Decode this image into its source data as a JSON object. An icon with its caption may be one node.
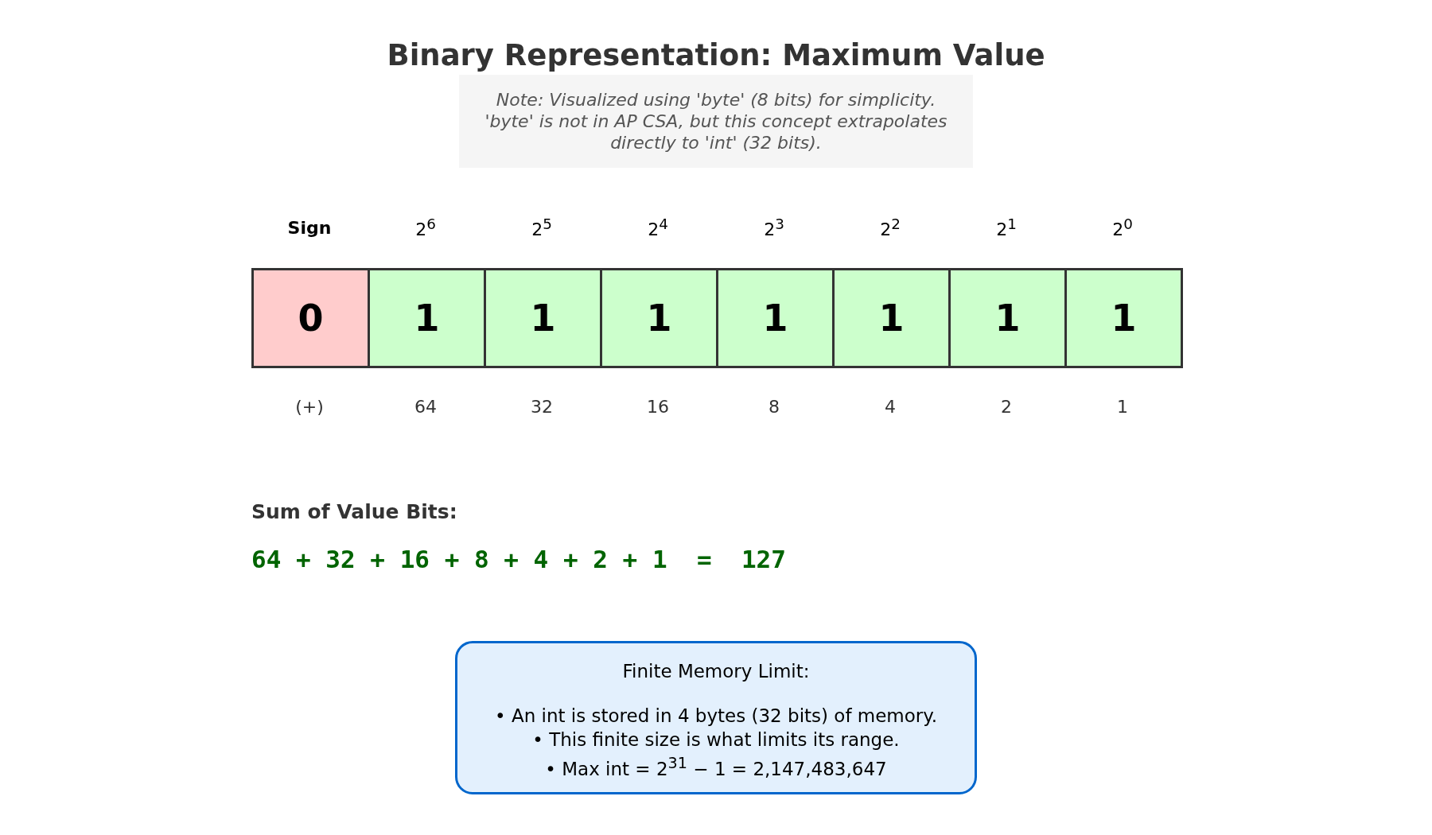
{
  "diagram": {
    "title": "Binary Representation: Maximum Value",
    "nodes": [
      {
        "text": [
          "Note: Visualized using 'byte' (8 bits) for simplicity. 'byte' is not in AP CSA, but this concept extrapolates directly to 'int' (32 bits)."
        ]
      },
      {
        "text": [
          "0"
        ]
      },
      {
        "text": [
          "1"
        ]
      },
      {
        "text": [
          "1"
        ]
      },
      {
        "text": [
          "1"
        ]
      },
      {
        "text": [
          "1"
        ]
      },
      {
        "text": [
          "1"
        ]
      },
      {
        "text": [
          "1"
        ]
      },
      {
        "text": [
          "1"
        ]
      },
      {
        "text": [
          "Finite Memory Limit:",
          "• An int is stored in 4 bytes (32 bits) of memory.",
          "• This finite size is what limits its range.",
          "• Max int = 2$^{31}$ − 1 = 2,147,483,647"
        ]
      }
    ],
    "edges": [],
    "labels": [
      "Sign",
      "2$^{6}$",
      "2$^{5}$",
      "2$^{4}$",
      "2$^{3}$",
      "2$^{2}$",
      "2$^{1}$",
      "2$^{0}$",
      "(+)",
      "64",
      "32",
      "16",
      "8",
      "4",
      "2",
      "1",
      "Sum of Value Bits:",
      "64 + 32 + 16 + 8 + 4 + 2 + 1  =  127"
    ]
  }
}
